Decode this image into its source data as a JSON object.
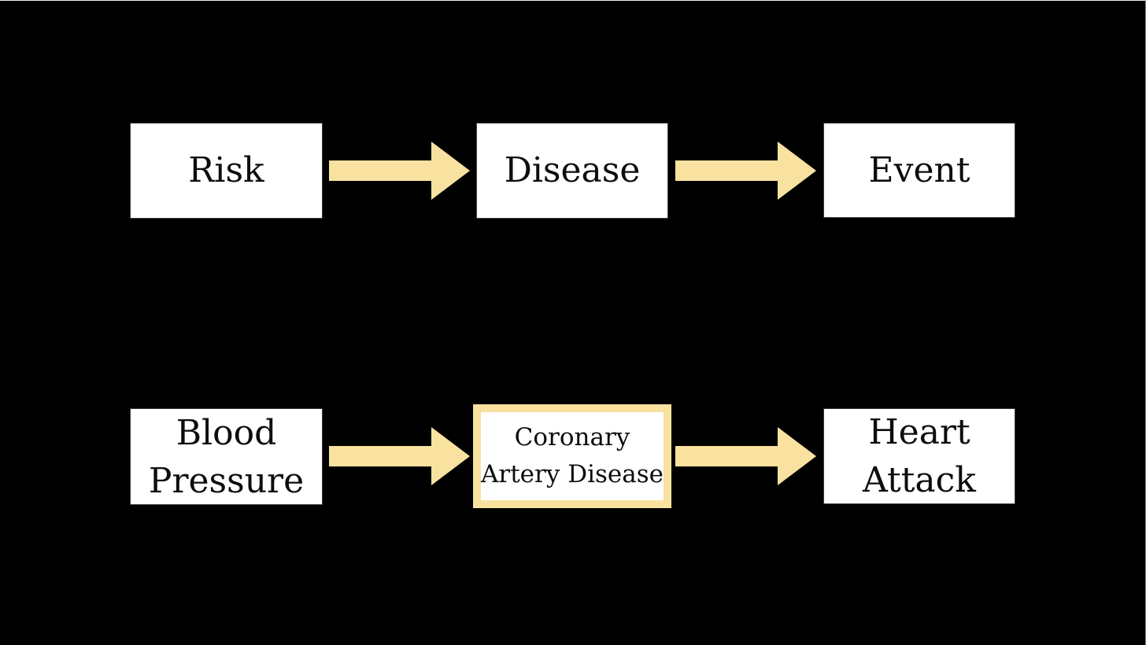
{
  "page": {
    "background": "#000000",
    "description": "Flow diagram showing a risk factor leading to a disease leading to an event, with a concrete clinical example beneath it"
  },
  "colors": {
    "arrow": "#F9E2A0",
    "box_background": "#FFFFFF",
    "box_border": "#3C3C3C",
    "highlight_border": "#F9E2A0",
    "text": "#0D0D0D"
  },
  "diagram": {
    "rows": [
      {
        "name": "generic-pathway",
        "nodes": [
          {
            "id": "risk",
            "lines": [
              "Risk"
            ],
            "highlighted": false
          },
          {
            "id": "disease",
            "lines": [
              "Disease"
            ],
            "highlighted": false
          },
          {
            "id": "event",
            "lines": [
              "Event"
            ],
            "highlighted": false
          }
        ],
        "edges": [
          {
            "from": "risk",
            "to": "disease"
          },
          {
            "from": "disease",
            "to": "event"
          }
        ]
      },
      {
        "name": "example-pathway",
        "nodes": [
          {
            "id": "blood-pressure",
            "lines": [
              "Blood",
              "Pressure"
            ],
            "highlighted": false
          },
          {
            "id": "coronary-artery-disease",
            "lines": [
              "Coronary",
              "Artery Disease"
            ],
            "highlighted": true
          },
          {
            "id": "heart-attack",
            "lines": [
              "Heart",
              "Attack"
            ],
            "highlighted": false
          }
        ],
        "edges": [
          {
            "from": "blood-pressure",
            "to": "coronary-artery-disease"
          },
          {
            "from": "coronary-artery-disease",
            "to": "heart-attack"
          }
        ]
      }
    ]
  }
}
